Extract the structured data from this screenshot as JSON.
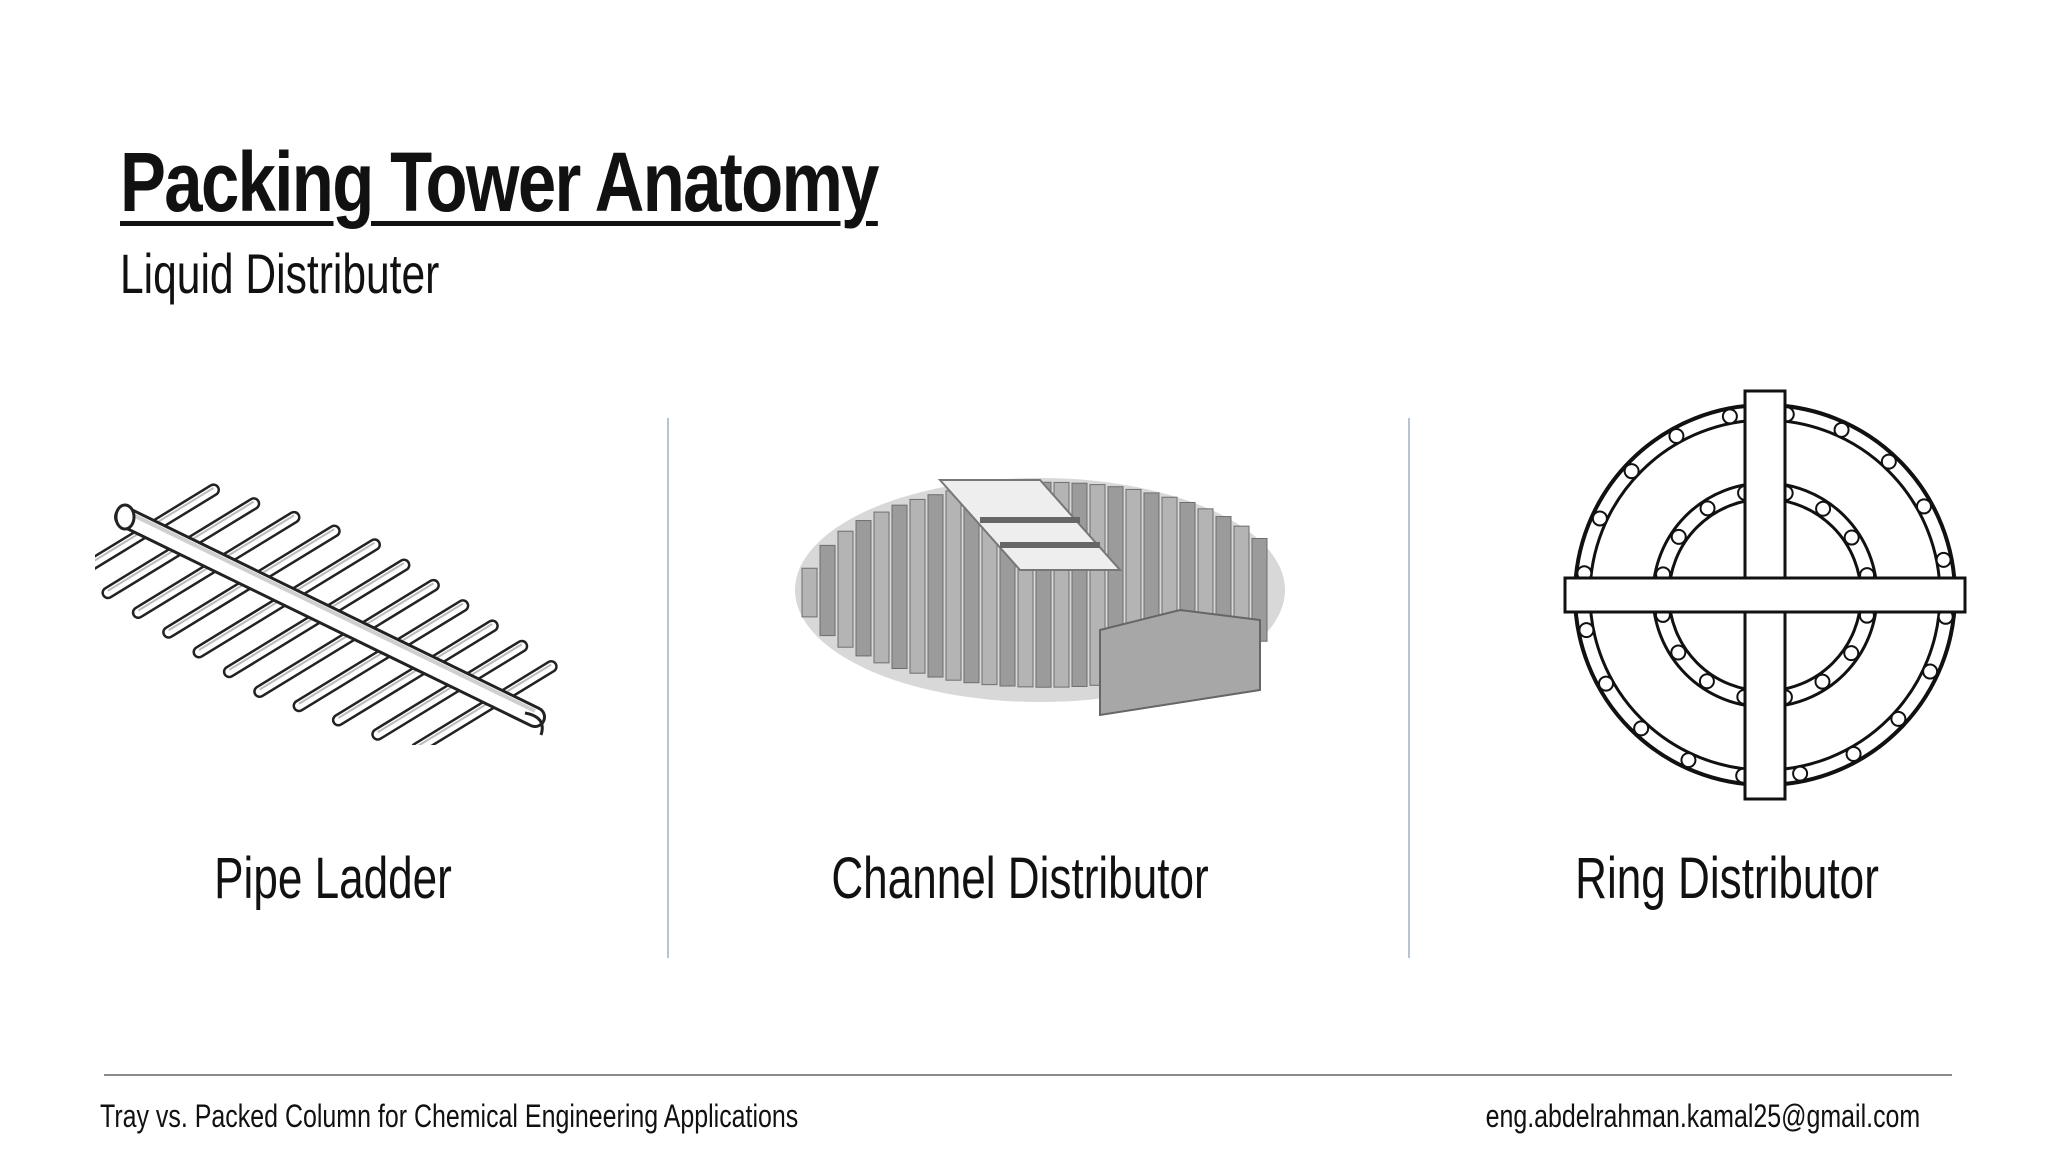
{
  "slide": {
    "title": "Packing Tower Anatomy",
    "subtitle": "Liquid Distributer"
  },
  "items": [
    {
      "label": "Pipe Ladder",
      "icon": "pipe-ladder-illustration"
    },
    {
      "label": "Channel Distributor",
      "icon": "channel-distributor-illustration"
    },
    {
      "label": "Ring Distributor",
      "icon": "ring-distributor-illustration"
    }
  ],
  "footer": {
    "left": "Tray vs. Packed Column for Chemical Engineering Applications",
    "right": "eng.abdelrahman.kamal25@gmail.com"
  },
  "colors": {
    "divider": "#b9c3d3",
    "text": "#111111",
    "metal": "#9a9a9a"
  }
}
